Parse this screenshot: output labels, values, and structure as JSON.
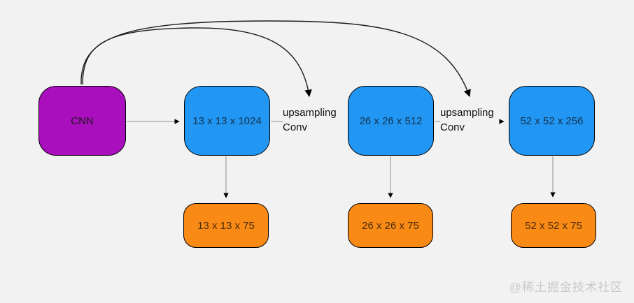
{
  "canvas": {
    "background_color": "#f2f2f2"
  },
  "diagram": {
    "cnn_node": {
      "label": "CNN",
      "fill": "#a90fbc"
    },
    "feature_nodes": [
      {
        "label": "13 x 13 x 1024",
        "fill": "#2196f3"
      },
      {
        "label": "26 x 26 x 512",
        "fill": "#2196f3"
      },
      {
        "label": "52 x 52 x 256",
        "fill": "#2196f3"
      }
    ],
    "output_nodes": [
      {
        "label": "13 x 13 x 75",
        "fill": "#fa8a16"
      },
      {
        "label": "26 x 26 x 75",
        "fill": "#fa8a16"
      },
      {
        "label": "52 x 52 x 75",
        "fill": "#fa8a16"
      }
    ],
    "edge_labels": [
      {
        "line1": "upsampling",
        "line2": "Conv"
      },
      {
        "line1": "upsampling",
        "line2": "Conv"
      }
    ],
    "edge_color": "#8c8c8c",
    "skip_arrow_color": "#1c1c1c"
  },
  "watermark": {
    "text": "@稀土掘金技术社区",
    "color": "#c9c9c9"
  }
}
